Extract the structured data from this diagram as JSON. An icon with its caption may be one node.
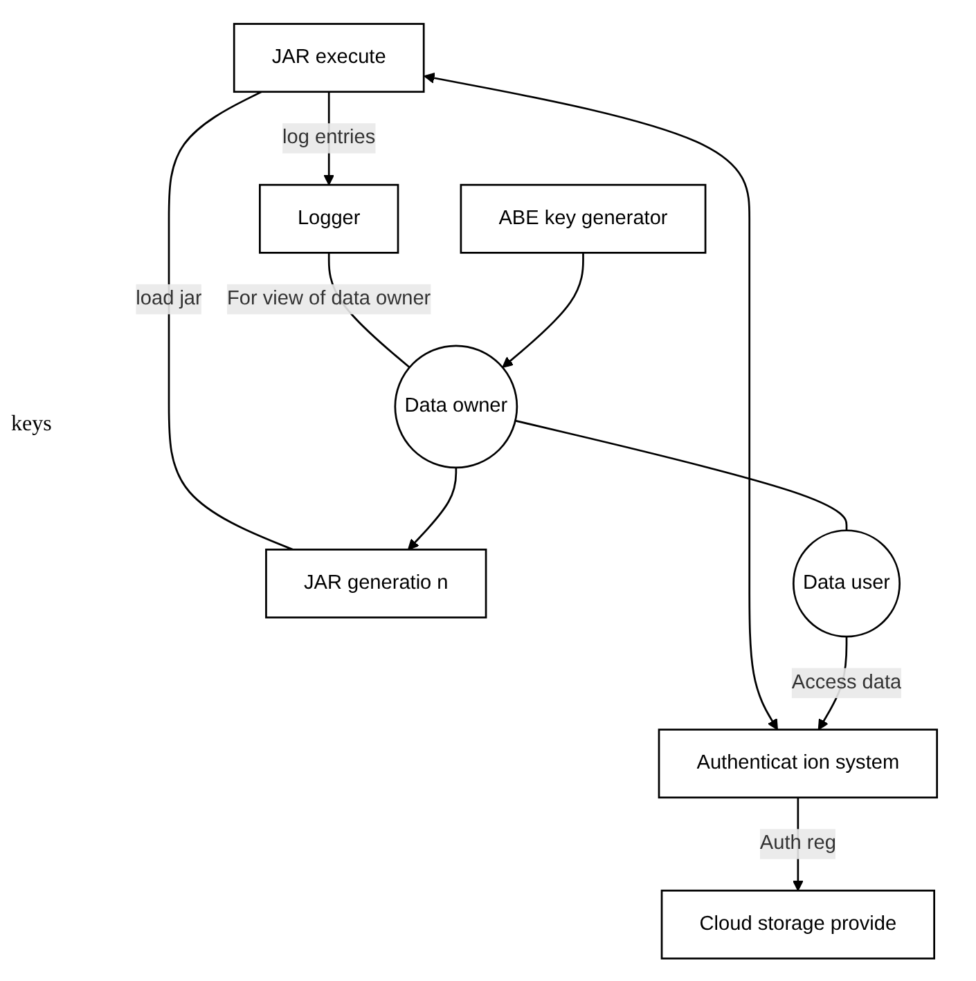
{
  "diagram": {
    "nodes": [
      {
        "text": [
          "Logger"
        ]
      },
      {
        "text": [
          "ABE key generator"
        ]
      },
      {
        "text": [
          "Data owner"
        ]
      },
      {
        "text": [
          "JAR execute"
        ]
      },
      {
        "text": [
          "JAR generatio n"
        ]
      },
      {
        "text": [
          "Cloud storage provide"
        ]
      },
      {
        "text": [
          "Authenticat ion system"
        ]
      },
      {
        "text": [
          "Data user"
        ]
      }
    ],
    "edges": [
      {
        "from": 0,
        "to": 2,
        "arrow": "none",
        "label": "For view of data owner"
      },
      {
        "from": 1,
        "to": 2,
        "arrow": "to"
      },
      {
        "from": 3,
        "to": 0,
        "arrow": "to",
        "label": "log entries"
      },
      {
        "from": 3,
        "to": 4,
        "arrow": "none",
        "label": "load jar"
      },
      {
        "from": 2,
        "to": 4,
        "arrow": "to"
      },
      {
        "from": 3,
        "to": 6,
        "arrow": "both"
      },
      {
        "from": 6,
        "to": 5,
        "arrow": "to",
        "label": "Auth reg"
      },
      {
        "from": 7,
        "to": 6,
        "arrow": "to",
        "label": "Access data"
      },
      {
        "from": 2,
        "to": 7,
        "arrow": "none"
      }
    ],
    "labels": [
      "keys"
    ]
  }
}
